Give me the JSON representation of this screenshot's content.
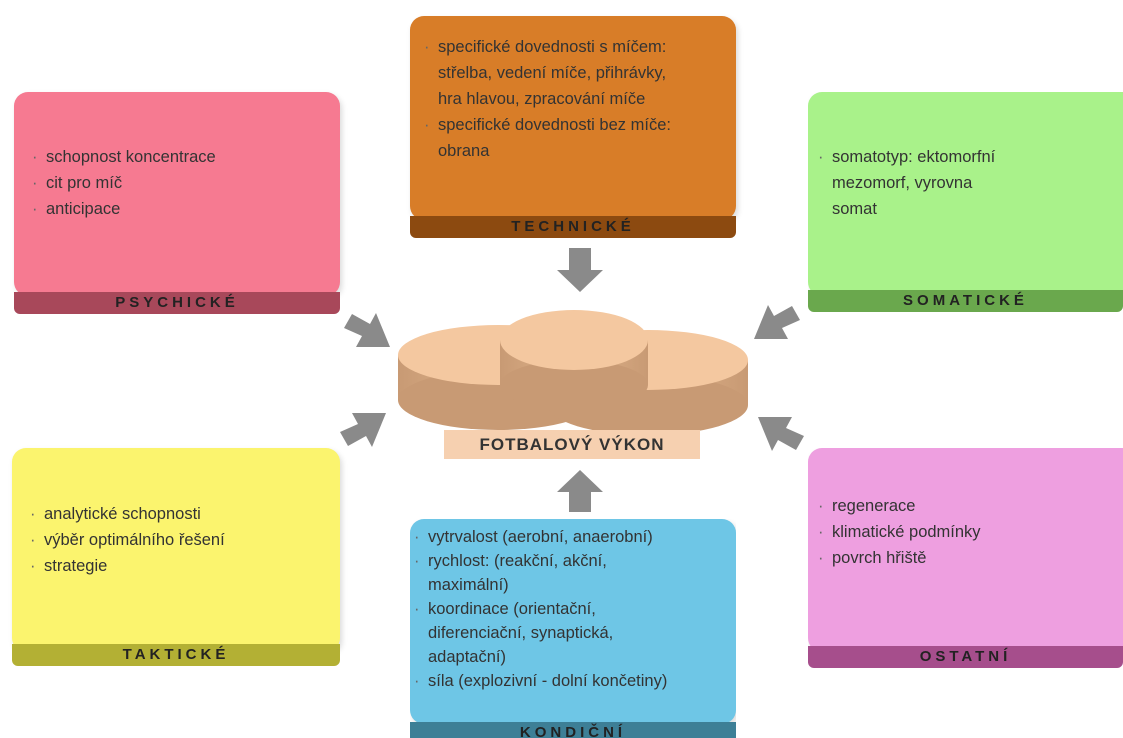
{
  "center": {
    "label": "FOTBALOVÝ VÝKON"
  },
  "boxes": {
    "psychic": {
      "title": "PSYCHICKÉ",
      "items": [
        "schopnost koncentrace",
        "cit pro míč",
        "anticipace"
      ],
      "color": "#f67a91",
      "shelf": "#a8485a"
    },
    "technical": {
      "title": "TECHNICKÉ",
      "items": [
        "specifické dovednosti s míčem:",
        "střelba, vedení míče, přihrávky,",
        "hra hlavou, zpracování míče",
        "specifické dovednosti bez míče:",
        "obrana"
      ],
      "color": "#d87d28",
      "shelf": "#8c4a10"
    },
    "somatic": {
      "title": "SOMATICKÉ",
      "items": [
        "somatotyp: ektomorfní",
        "mezomorf, vyrovna",
        "somat"
      ],
      "color": "#a9f28a",
      "shelf": "#6aa84d"
    },
    "tactical": {
      "title": "TAKTICKÉ",
      "items": [
        "analytické schopnosti",
        "výběr optimálního řešení",
        "strategie"
      ],
      "color": "#fbf46e",
      "shelf": "#b3b034"
    },
    "condition": {
      "title": "KONDIČNÍ",
      "items": [
        "vytrvalost (aerobní, anaerobní)",
        "rychlost: (reakční, akční,",
        "maximální)",
        "koordinace (orientační,",
        "diferenciační, synaptická,",
        "adaptační)",
        "síla (explozivní - dolní končetiny)"
      ],
      "color": "#6ec6e6",
      "shelf": "#3d7f96"
    },
    "other": {
      "title": "OSTATNÍ",
      "items": [
        "regenerace",
        "klimatické podmínky",
        "povrch hřiště"
      ],
      "color": "#ee9fe0",
      "shelf": "#a64e8c"
    }
  },
  "disc_color": "#f4c8a0",
  "arrow_color": "#8a8a8a"
}
